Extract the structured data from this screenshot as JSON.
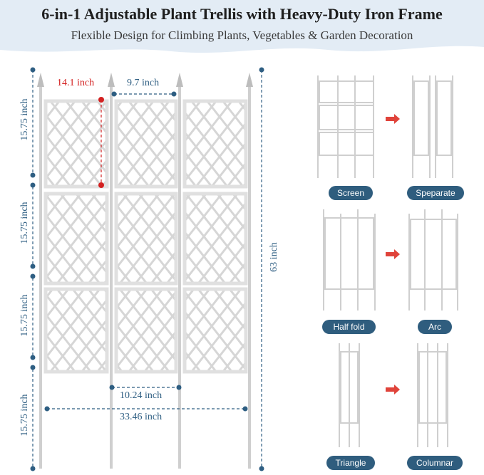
{
  "header": {
    "title": "6-in-1 Adjustable Plant Trellis with Heavy-Duty Iron Frame",
    "subtitle": "Flexible Design for Climbing Plants, Vegetables & Garden Decoration"
  },
  "dimensions": {
    "panel_width": "14.1 inch",
    "gap_width": "9.7 inch",
    "section_height_1": "15.75 inch",
    "section_height_2": "15.75 inch",
    "section_height_3": "15.75 inch",
    "section_height_4": "15.75 inch",
    "total_height": "63 inch",
    "stake_spacing": "10.24 inch",
    "total_width": "33.46 inch"
  },
  "modes": {
    "screen": "Screen",
    "separate": "Speparate",
    "half_fold": "Half fold",
    "arc": "Arc",
    "triangle": "Triangle",
    "columnar": "Columnar"
  },
  "colors": {
    "accent_blue": "#2f5d7e",
    "dim_blue": "#2e5e82",
    "dim_red": "#d32020",
    "arrow_red": "#e0433a",
    "header_wave": "#dfe9f3"
  }
}
